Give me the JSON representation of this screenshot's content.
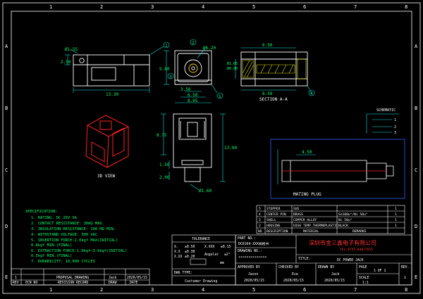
{
  "colors": {
    "background": "#000000",
    "frame": "#ffffff",
    "outline": "#ffffff",
    "dimension": "#00e5e5",
    "dimension_text": "#00ff66",
    "hatch": "#e0e000",
    "iso_body": "#ff2020",
    "blue_part": "#3060ff",
    "company": "#ff3030"
  },
  "zones": {
    "top": [
      "1",
      "2",
      "3",
      "4",
      "5",
      "6",
      "7",
      "8"
    ],
    "bottom": [
      "1",
      "2",
      "3",
      "4",
      "5",
      "6",
      "7",
      "8"
    ],
    "left": [
      "A",
      "B",
      "C",
      "D",
      "E"
    ],
    "right": [
      "A",
      "B",
      "C",
      "D",
      "E"
    ]
  },
  "side_view": {
    "dims": [
      "Ø1.55",
      "2.50",
      "13.30"
    ],
    "balloon": "1"
  },
  "front_view": {
    "dims": [
      "Ø6.20",
      "5.80",
      "3.50",
      "6.50",
      "8.05"
    ],
    "balloons": [
      "2",
      "3",
      "5"
    ]
  },
  "section_view": {
    "dims": [
      "6.50",
      "Ø1.65",
      "Ø0.00",
      "8.50"
    ],
    "title": "SECTION A-A",
    "balloons": [
      "4"
    ]
  },
  "iso_label": "3D VIEW",
  "bottom_view": {
    "dims": [
      "8.75",
      "13.00",
      "1.50",
      "2.00",
      "Ø1.60"
    ]
  },
  "schematic": {
    "title": "SCHEMATIC",
    "pins": [
      "1",
      "2",
      "3"
    ]
  },
  "mating": {
    "label": "MATING PLUG",
    "dims": [
      "4.50"
    ]
  },
  "spec": {
    "title": "SPECIFICATION:",
    "items": [
      "1. RATING: DC 26V 5A",
      "2. CONTACT RESISTANCE: 30mΩ MAX.",
      "3. INSULATION RESISTANCE: 100 MΩ MIN.",
      "4. WITHSTAND VOLTAGE: 500 VAC",
      "5. INSERTION FORCE:2.0kgf MAX(INITIAL)",
      "              0.8kgf MIN.(FINAL)",
      "6. EXTRACTION FORCE:1.0kgf~3.0kgf(INITIAL)",
      "              0.5kgf MIN.(FINAL)",
      "7. DURABILITY: 10,000 CYCLES"
    ]
  },
  "bom": {
    "rows": [
      [
        "5",
        "STOPPER",
        "SUS",
        "",
        "1"
      ],
      [
        "4",
        "CENTER PIN",
        "BRASS",
        "Sn100u\"/Ni 50u\"",
        "1"
      ],
      [
        "3",
        "SHELL",
        "COPPER ALLOY",
        "Ni 50u\"",
        "1"
      ],
      [
        "2",
        "HOUSING",
        "HIGH TEMP.THERMOPLASTIC",
        "BLACK",
        "1"
      ]
    ],
    "header": [
      "NO",
      "DESCRIPTION",
      "MATERIAL",
      "REMARKS",
      ""
    ]
  },
  "company": {
    "name": "深圳市金三鑫电子有限公司",
    "tel": "TEL:0755-84877655"
  },
  "revision": {
    "rows": [
      [
        "1",
        "",
        "PROPOSAL DRAWING",
        "Jack",
        "2020/05/15"
      ]
    ],
    "header": [
      "REV",
      "ECN NO",
      "REVISION RECORD",
      "DRAW",
      "DATE"
    ]
  },
  "tolerance": {
    "title": "TOLERANCE",
    "x": "X.",
    "x_val": "±0.50",
    "xx": "X.X",
    "xx_val": "±0.30",
    "xxx": "X.XX",
    "xxx_val": "±0.20",
    "xxxx": "X.XXX",
    "xxxx_val": "±0.15",
    "angular": "Angular",
    "angular_val": "±2°",
    "unit": "mm",
    "dwg_type_label": "DWG TYPE:",
    "dwg_type": "Customer Drawing"
  },
  "title_block": {
    "part_no_label": "PART NO.:",
    "part_no": "DC0164-XXX规格书",
    "drawing_no_label": "DRAWING NO.:",
    "drawing_no": "**************",
    "title_label": "TITLE:",
    "title": "DC POWER JACK",
    "approved_label": "APPROVED BY",
    "approved_name": "Jason",
    "approved_date": "2020/05/15",
    "checked_label": "CHECKED BY",
    "checked_name": "Eva",
    "checked_date": "2020/05/15",
    "drawn_label": "DRAWN BY",
    "drawn_name": "Jack",
    "drawn_date": "2020/05/15",
    "page_label": "PAGE",
    "page": "1 OF 1",
    "scale_label": "SCALE",
    "scale": "1:1",
    "rev_label": "REV.",
    "rev": "1"
  }
}
